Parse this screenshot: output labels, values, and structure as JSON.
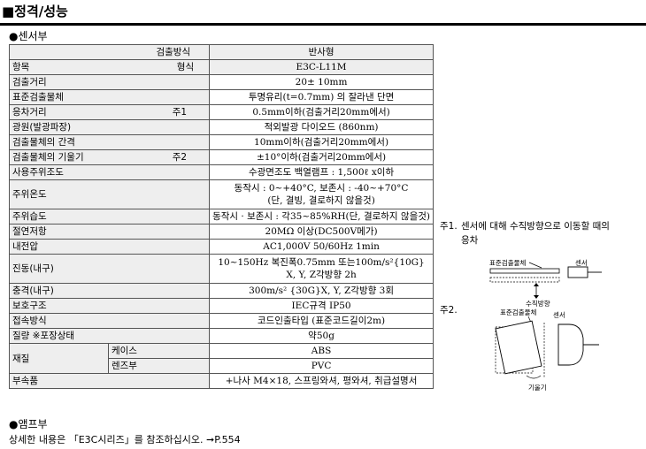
{
  "page": {
    "title": "■정격/성능",
    "section_sensor": "●센서부",
    "section_amp": "●앰프부",
    "footer_text": "상세한 내용은 「E3C시리즈」를 참조하십시오. ➞P.554"
  },
  "table": {
    "header": {
      "method_label": "검출방식",
      "method_value": "반사형",
      "item_label": "항목",
      "model_label": "형식",
      "model_value": "E3C-L11M"
    },
    "rows": [
      {
        "label": "검출거리",
        "value": "20± 10mm"
      },
      {
        "label": "표준검출물체",
        "value": "투명유리(t=0.7mm) 의 잘라낸 단면"
      },
      {
        "label": "응차거리",
        "note": "주1",
        "value": "0.5mm이하(검출거리20mm에서)"
      },
      {
        "label": "광원(발광파장)",
        "value": "적외발광 다이오드 (860nm)"
      },
      {
        "label": "검출물체의 간격",
        "value": "10mm이하(검출거리20mm에서)"
      },
      {
        "label": "검출물체의 기울기",
        "note": "주2",
        "value": "±10°이하(검출거리20mm에서)"
      },
      {
        "label": "사용주위조도",
        "value": "수광면조도 백열램프 : 1,500ℓ x이하"
      },
      {
        "label": "주위온도",
        "value": "동작시 : 0~+40°C, 보존시 : -40~+70°C",
        "value2": "(단, 결빙, 결로하지 않을것)"
      },
      {
        "label": "주위습도",
        "value": "동작시 · 보존시 : 각35~85%RH(단, 결로하지 않을것)"
      },
      {
        "label": "절연저항",
        "value": "20MΩ 이상(DC500V메가)"
      },
      {
        "label": "내전압",
        "value": "AC1,000V 50/60Hz 1min"
      },
      {
        "label": "진동(내구)",
        "value": "10~150Hz 복진폭0.75mm 또는100m/s²{10G}",
        "value2": "X, Y, Z각방향 2h"
      },
      {
        "label": "충격(내구)",
        "value": "300m/s² {30G}X, Y, Z각방향 3회"
      },
      {
        "label": "보호구조",
        "value": "IEC규격  IP50"
      },
      {
        "label": "접속방식",
        "value": "코드인출타입 (표준코드길이2m)"
      },
      {
        "label": "질량 ※포장상태",
        "value": "약50g"
      }
    ],
    "material": {
      "label": "재질",
      "case_label": "케이스",
      "case_value": "ABS",
      "lens_label": "렌즈부",
      "lens_value": "PVC"
    },
    "accessory": {
      "label": "부속품",
      "value": "+나사 M4×18, 스프링와셔, 평와셔, 취급설명서"
    }
  },
  "notes": {
    "note1_marker": "주1.",
    "note1_text_line1": "센서에 대해 수직방향으로 이동할 때의",
    "note1_text_line2": "응차",
    "note2_marker": "주2.",
    "fig1_object_label": "표준검출물체",
    "fig1_sensor_label": "센서",
    "fig1_direction_label": "수직방향",
    "fig2_object_label": "표준검출물체",
    "fig2_sensor_label": "센서",
    "fig2_tilt_label": "기울기"
  }
}
